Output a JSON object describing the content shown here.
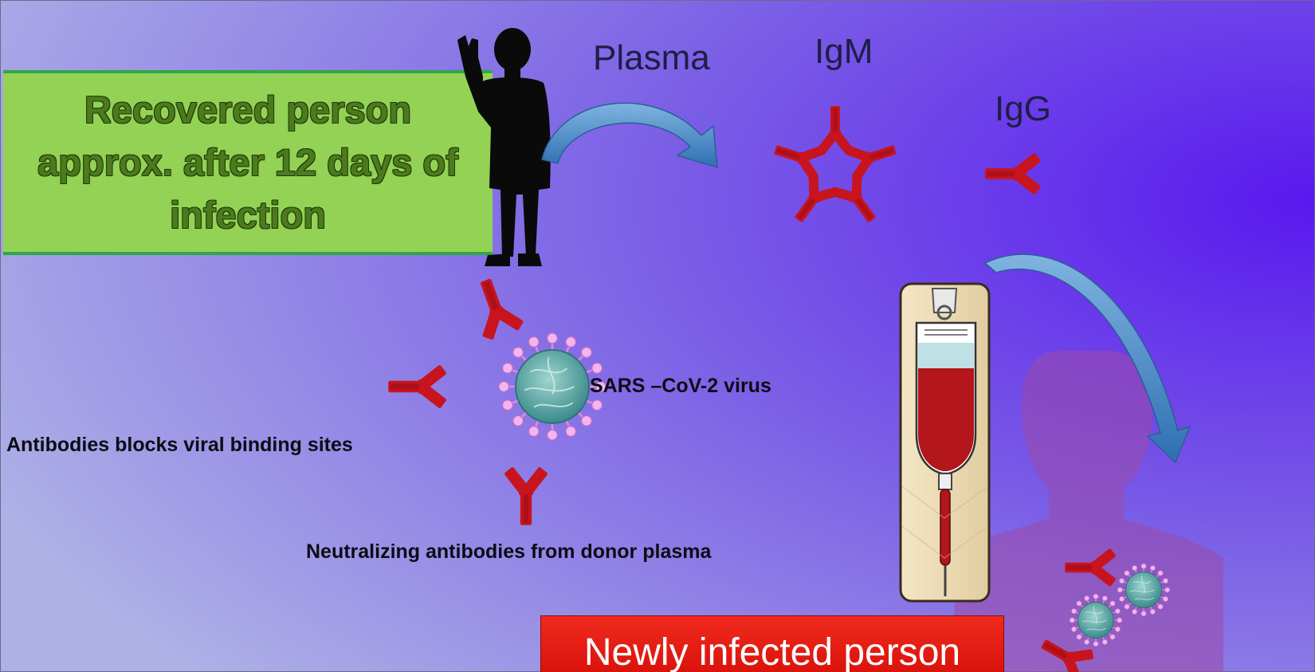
{
  "diagram": {
    "recovered_lines": [
      "Recovered person",
      "approx. after 12 days of",
      "infection"
    ],
    "plasma_label": "Plasma",
    "igm_label": "IgM",
    "igg_label": "IgG",
    "virus_label": "SARS –CoV-2 virus",
    "blocking_label": "Antibodies blocks viral binding sites",
    "neutralizing_label": "Neutralizing antibodies from donor plasma",
    "newly_infected_label": "Newly infected person"
  },
  "colors": {
    "background_light": "#a9a8e8",
    "background_dark": "#5a20e8",
    "recovered_box": "#93d255",
    "recovered_border": "#2fa64a",
    "antibody_red": "#c8141e",
    "arrow_blue": "#3f7fc2",
    "newly_box": "#e61e14",
    "blood_red": "#b3161b"
  },
  "icons": [
    "person-silhouette-icon",
    "antibody-icon",
    "virus-icon",
    "plasma-bag-icon",
    "patient-silhouette-icon",
    "curved-arrow-icon"
  ]
}
